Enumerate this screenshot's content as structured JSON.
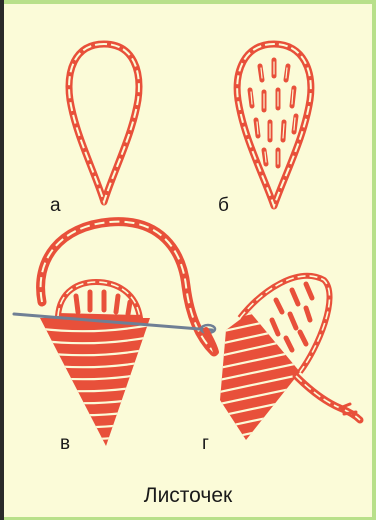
{
  "labels": {
    "a": "а",
    "b": "б",
    "v": "в",
    "g": "г"
  },
  "caption": "Листочек",
  "colors": {
    "background": "#fbfbd8",
    "thread": "#e8503a",
    "needle": "#6f7f95",
    "border": "#2a2a2a",
    "accent_green": "#b8e08a"
  }
}
